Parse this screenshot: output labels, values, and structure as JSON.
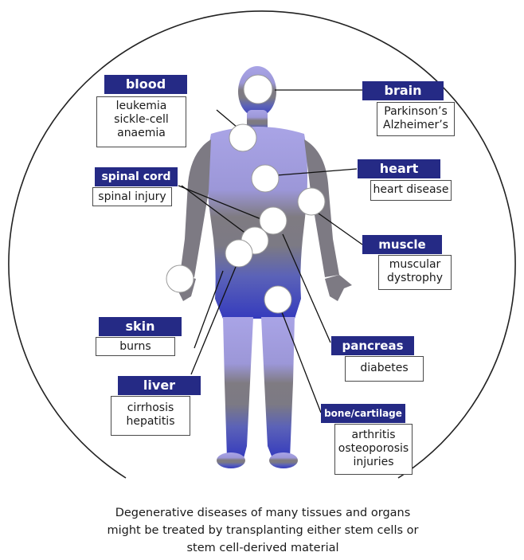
{
  "organs": {
    "blood": {
      "label": "blood",
      "diseases": [
        "leukemia",
        "sickle-cell",
        "anaemia"
      ]
    },
    "brain": {
      "label": "brain",
      "diseases": [
        "Parkinson’s",
        "Alzheimer’s"
      ]
    },
    "spinal": {
      "label": "spinal cord",
      "diseases": [
        "spinal injury"
      ]
    },
    "heart": {
      "label": "heart",
      "diseases": [
        "heart disease"
      ]
    },
    "muscle": {
      "label": "muscle",
      "diseases": [
        "muscular",
        "dystrophy"
      ]
    },
    "skin": {
      "label": "skin",
      "diseases": [
        "burns"
      ]
    },
    "pancreas": {
      "label": "pancreas",
      "diseases": [
        "diabetes"
      ]
    },
    "liver": {
      "label": "liver",
      "diseases": [
        "cirrhosis",
        "hepatitis"
      ]
    },
    "bone": {
      "label": "bone/cartilage",
      "diseases": [
        "arthritis",
        "osteoporosis",
        "injuries"
      ]
    }
  },
  "caption": [
    "Degenerative diseases of many tissues and organs",
    "might be treated by transplanting either stem cells or",
    "stem cell-derived material"
  ],
  "colors": {
    "label_bg": "#252a85",
    "body_top": "#a9a4e6",
    "body_mid": "#7e7a7e",
    "body_bottom": "#3b3fbf"
  }
}
